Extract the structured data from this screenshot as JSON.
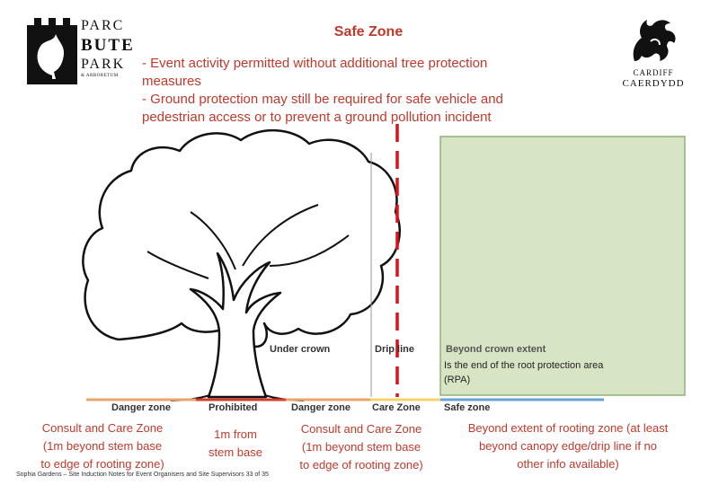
{
  "title": "Safe Zone",
  "notes": [
    "- Event activity permitted without additional tree protection",
    "measures",
    "- Ground protection may still be required for safe vehicle and",
    "pedestrian access or to prevent a ground pollution incident"
  ],
  "logo_left": {
    "lines": [
      "PARC",
      "BUTE",
      "PARK",
      "& ARBORETUM"
    ]
  },
  "logo_right": {
    "lines": [
      "CARDIFF",
      "CAERDYDD"
    ]
  },
  "diagram": {
    "under_crown": "Under crown",
    "drip_line": "Drip line",
    "beyond_crown": "Beyond crown extent",
    "rpa_lines": [
      "Is the end of the root protection area",
      "(RPA)"
    ],
    "zones": [
      "Danger zone",
      "Prohibited",
      "Danger zone",
      "Care Zone",
      "Safe zone"
    ],
    "colors": {
      "danger": "#e8a46a",
      "prohibited": "#d63a2a",
      "care": "#f5d36a",
      "safe": "#6aa3d8",
      "safe_fill": "#d8e5c4",
      "safe_border": "#8fb07a",
      "drip_line": "#d7141a"
    }
  },
  "descriptions": {
    "consult_left": [
      "Consult and Care Zone",
      "(1m beyond stem base",
      "to edge of rooting zone)"
    ],
    "one_metre": [
      "1m from",
      "stem base"
    ],
    "consult_right": [
      "Consult and Care Zone",
      "(1m beyond stem base",
      "to edge of rooting zone)"
    ],
    "beyond_extent": [
      "Beyond extent of rooting zone (at least",
      "beyond canopy edge/drip line if no",
      "other info available)"
    ]
  },
  "footer": "Sophia Gardens – Site Induction Notes for Event Organisers and Site Supervisors 33 of 35"
}
